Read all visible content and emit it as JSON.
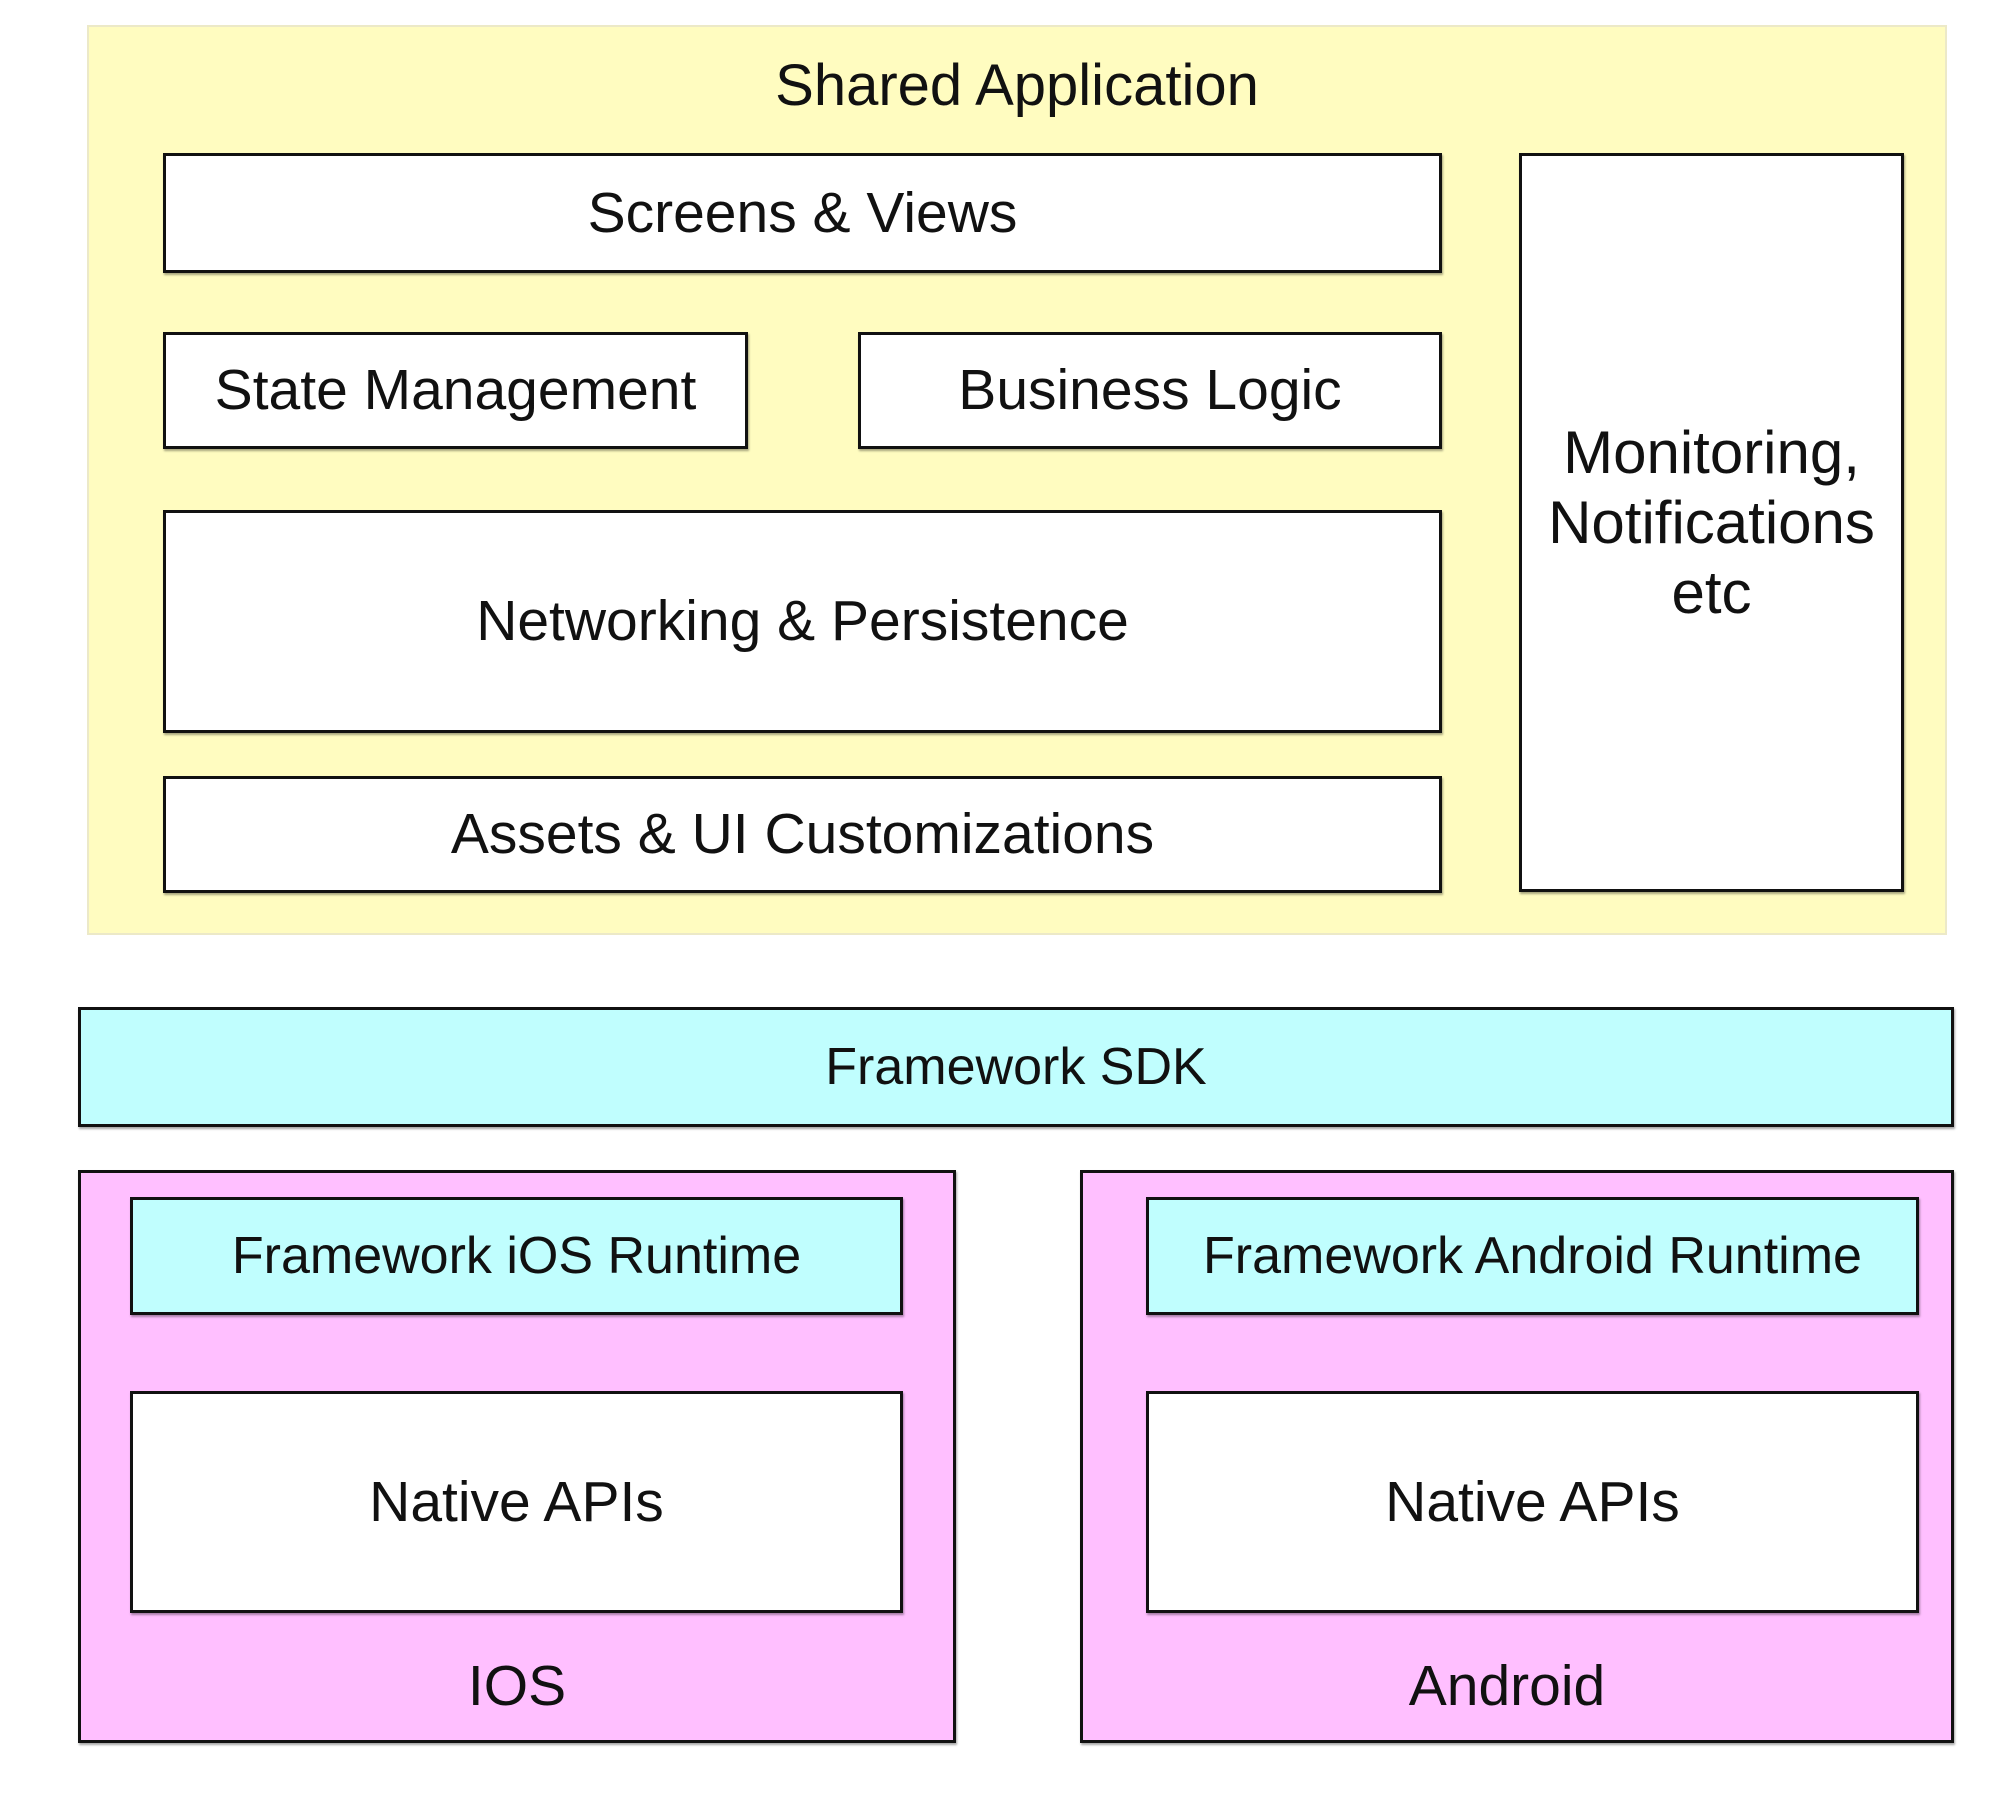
{
  "diagram": {
    "shared_app": {
      "title": "Shared Application",
      "screens_views": "Screens & Views",
      "state_management": "State Management",
      "business_logic": "Business Logic",
      "networking_persistence": "Networking & Persistence",
      "assets_ui": "Assets & UI Customizations",
      "monitoring": "Monitoring,\nNotifications\netc"
    },
    "framework_sdk": "Framework SDK",
    "ios": {
      "label": "IOS",
      "runtime": "Framework iOS Runtime",
      "native_apis": "Native APIs"
    },
    "android": {
      "label": "Android",
      "runtime": "Framework Android Runtime",
      "native_apis": "Native APIs"
    },
    "colors": {
      "shared_app_fill": "#fffcc0",
      "framework_fill": "#c0fefe",
      "platform_fill": "#ffbfff",
      "component_fill": "#ffffff",
      "border": "#111111"
    }
  }
}
